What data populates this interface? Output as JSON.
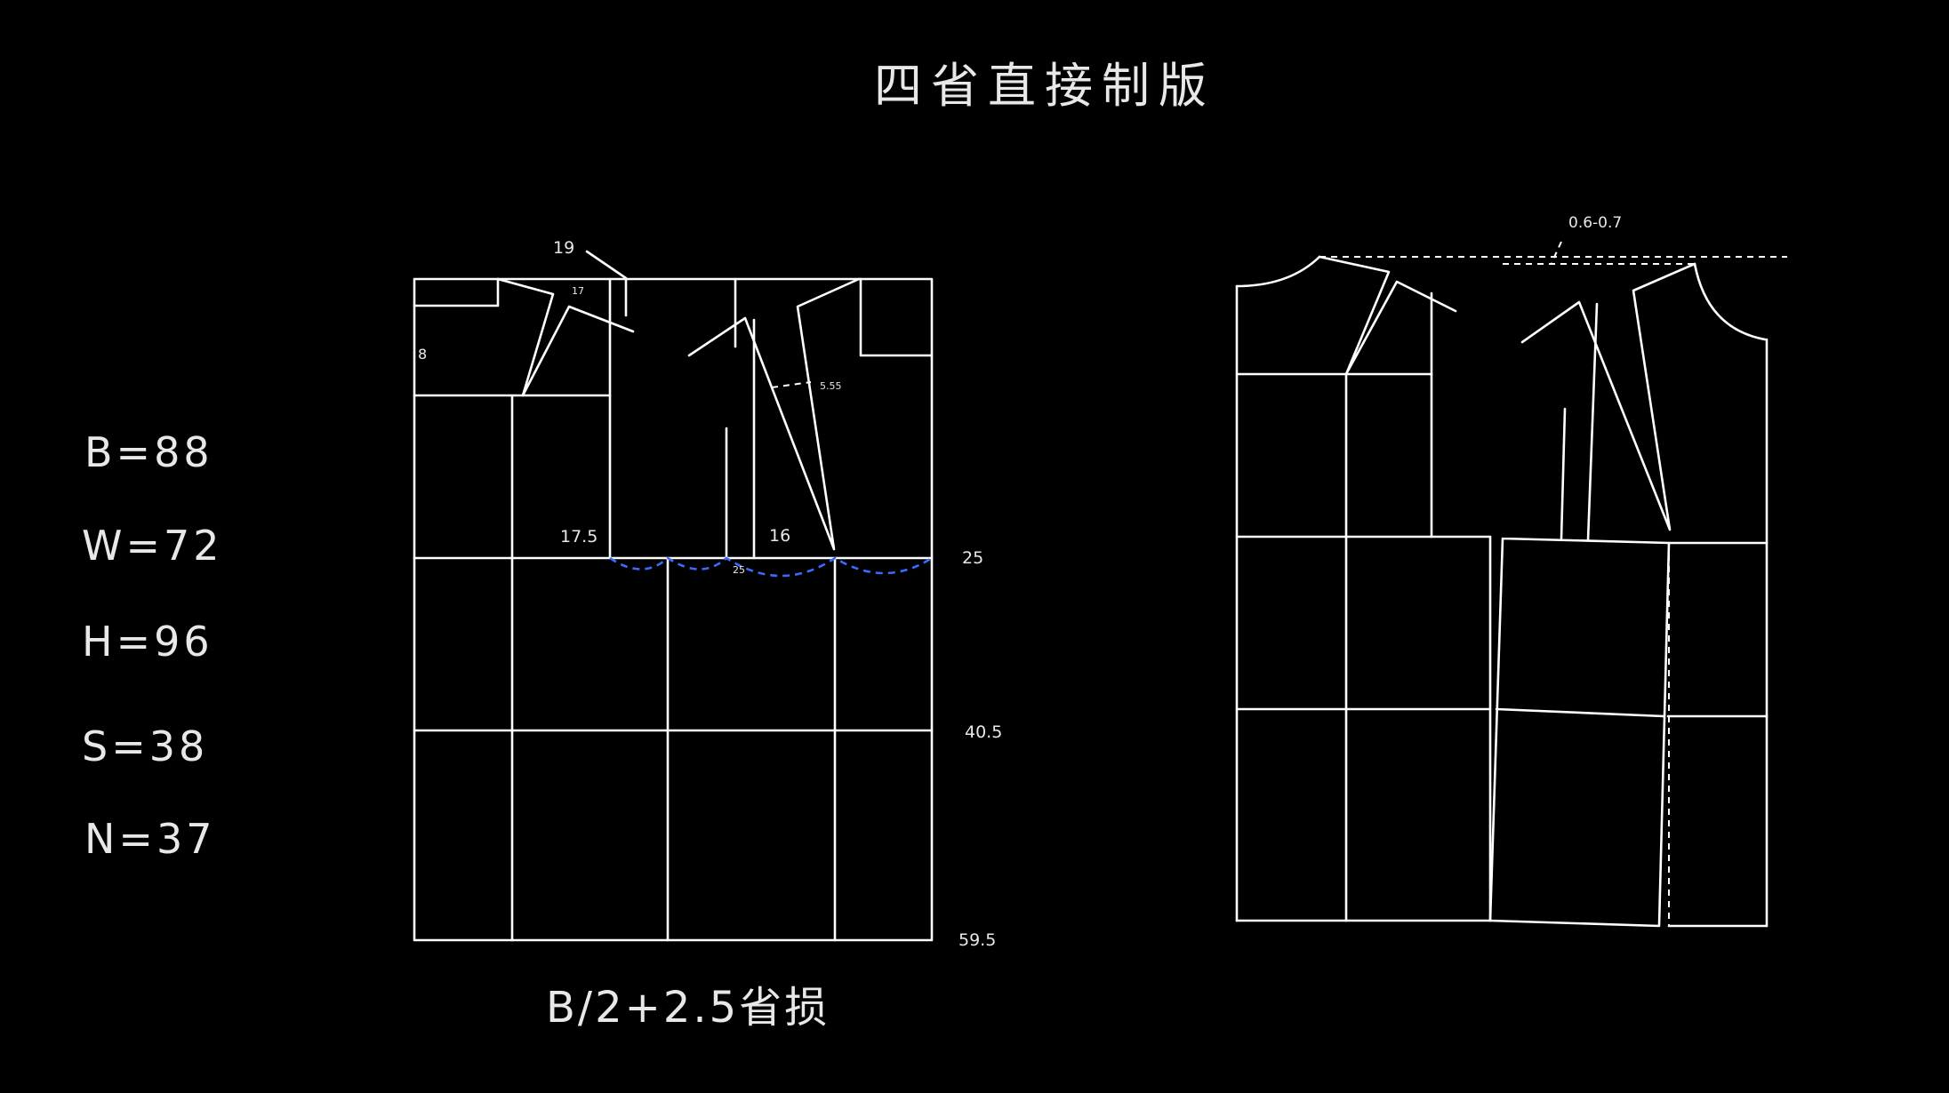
{
  "title": "四省直接制版",
  "colors": {
    "background": "#000000",
    "lines": "#ffffff",
    "text": "#e8e8e8",
    "ease_curve": "#3a6bff"
  },
  "measurements": [
    {
      "label": "B=88"
    },
    {
      "label": "W=72"
    },
    {
      "label": "H=96"
    },
    {
      "label": "S=38"
    },
    {
      "label": "N=37"
    }
  ],
  "left_draft": {
    "caption": "B/2+2.5省损",
    "labels": {
      "l19": "19",
      "l8": "8",
      "l_dart_top": "17",
      "l_dart_side": "5.55",
      "l175": "17.5",
      "l16": "16",
      "l25_side": "25",
      "l25_small": "25",
      "l405": "40.5",
      "l595": "59.5"
    }
  },
  "right_draft": {
    "labels": {
      "l0607": "0.6-0.7"
    }
  }
}
